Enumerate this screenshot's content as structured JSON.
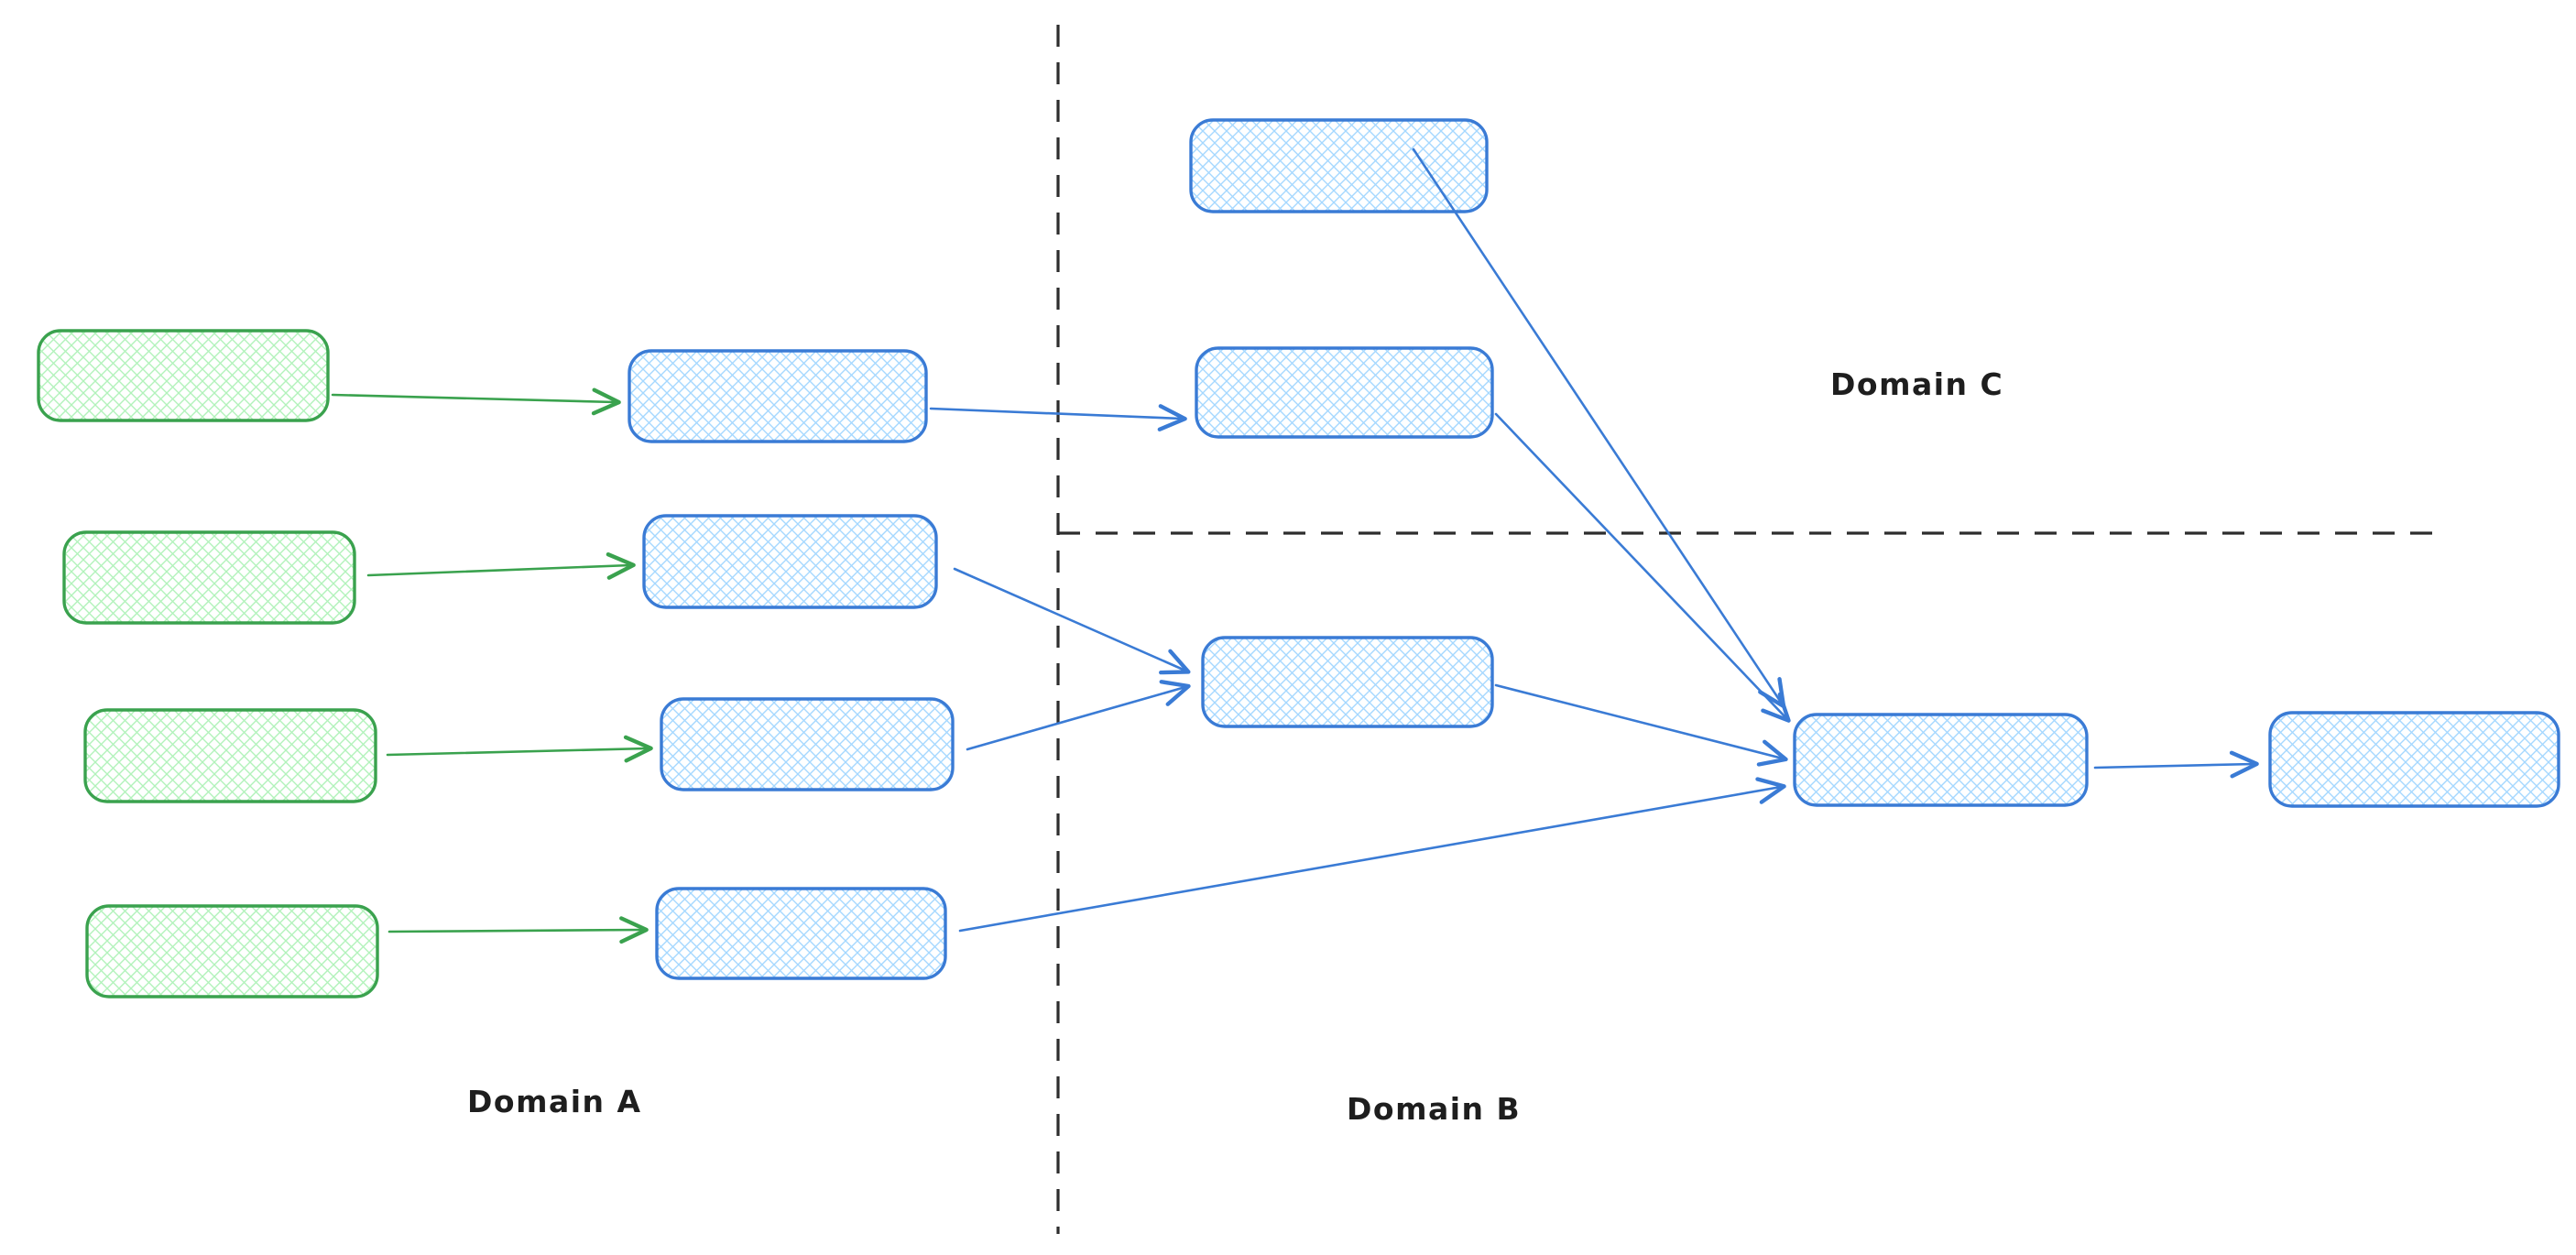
{
  "diagram": {
    "kind": "hand-drawn flow diagram",
    "labels": {
      "domain_a": "Domain A",
      "domain_b": "Domain B",
      "domain_c": "Domain C"
    },
    "colors": {
      "green_node_stroke": "#3aa24e",
      "green_node_hatch": "#b2f2bb",
      "blue_node_stroke": "#3a7bd5",
      "blue_node_hatch": "#a5d8ff",
      "divider": "#2d2d2d",
      "label_text": "#1e1e1e",
      "background": "#ffffff"
    },
    "graph": {
      "nodes": [
        {
          "id": "domain-a-source-1",
          "domain": "A",
          "color": "green",
          "label": ""
        },
        {
          "id": "domain-a-source-2",
          "domain": "A",
          "color": "green",
          "label": ""
        },
        {
          "id": "domain-a-source-3",
          "domain": "A",
          "color": "green",
          "label": ""
        },
        {
          "id": "domain-a-source-4",
          "domain": "A",
          "color": "green",
          "label": ""
        },
        {
          "id": "domain-a-mid-1",
          "domain": "A",
          "color": "blue",
          "label": ""
        },
        {
          "id": "domain-a-mid-2",
          "domain": "A",
          "color": "blue",
          "label": ""
        },
        {
          "id": "domain-a-mid-3",
          "domain": "A",
          "color": "blue",
          "label": ""
        },
        {
          "id": "domain-a-mid-4",
          "domain": "A",
          "color": "blue",
          "label": ""
        },
        {
          "id": "domain-c-node-1",
          "domain": "C",
          "color": "blue",
          "label": ""
        },
        {
          "id": "domain-c-node-2",
          "domain": "C",
          "color": "blue",
          "label": ""
        },
        {
          "id": "domain-b-node-1",
          "domain": "B",
          "color": "blue",
          "label": ""
        },
        {
          "id": "domain-b-hub",
          "domain": "B",
          "color": "blue",
          "label": ""
        },
        {
          "id": "domain-b-output",
          "domain": "B",
          "color": "blue",
          "label": ""
        }
      ],
      "edges": [
        {
          "from": "domain-a-source-1",
          "to": "domain-a-mid-1",
          "color": "green"
        },
        {
          "from": "domain-a-source-2",
          "to": "domain-a-mid-2",
          "color": "green"
        },
        {
          "from": "domain-a-source-3",
          "to": "domain-a-mid-3",
          "color": "green"
        },
        {
          "from": "domain-a-source-4",
          "to": "domain-a-mid-4",
          "color": "green"
        },
        {
          "from": "domain-a-mid-1",
          "to": "domain-c-node-2",
          "color": "blue"
        },
        {
          "from": "domain-a-mid-2",
          "to": "domain-b-node-1",
          "color": "blue"
        },
        {
          "from": "domain-a-mid-3",
          "to": "domain-b-node-1",
          "color": "blue"
        },
        {
          "from": "domain-a-mid-4",
          "to": "domain-b-hub",
          "color": "blue"
        },
        {
          "from": "domain-c-node-1",
          "to": "domain-b-hub",
          "color": "blue"
        },
        {
          "from": "domain-c-node-2",
          "to": "domain-b-hub",
          "color": "blue"
        },
        {
          "from": "domain-b-node-1",
          "to": "domain-b-hub",
          "color": "blue"
        },
        {
          "from": "domain-b-hub",
          "to": "domain-b-output",
          "color": "blue"
        }
      ],
      "dividers": [
        {
          "id": "divider-vertical",
          "orientation": "vertical",
          "separates": "Domain A | Domain B/C"
        },
        {
          "id": "divider-horizontal",
          "orientation": "horizontal",
          "separates": "Domain C | Domain B"
        }
      ]
    }
  }
}
